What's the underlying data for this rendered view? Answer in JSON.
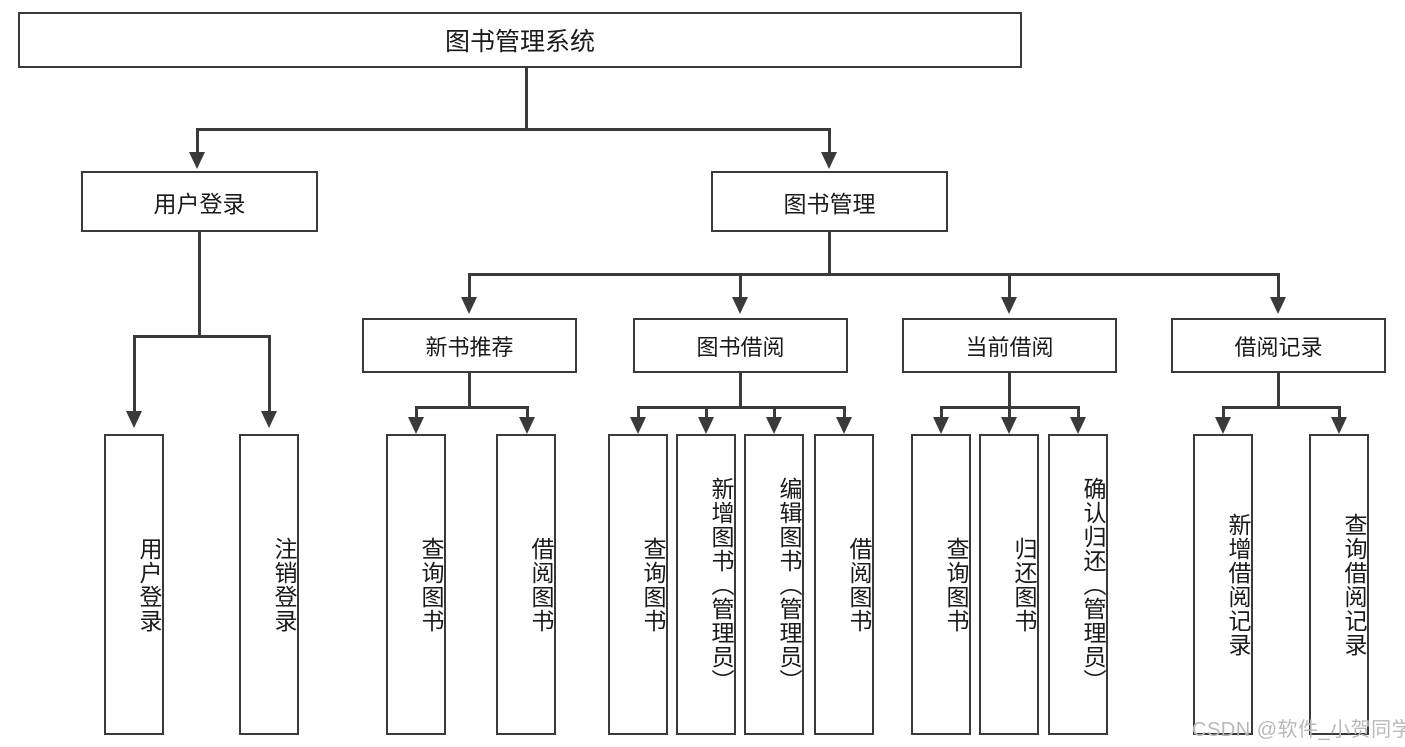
{
  "diagram": {
    "title": "图书管理系统",
    "type": "tree-hierarchy",
    "root": {
      "label": "图书管理系统"
    },
    "level1": [
      {
        "label": "用户登录"
      },
      {
        "label": "图书管理"
      }
    ],
    "level2": [
      {
        "label": "新书推荐"
      },
      {
        "label": "图书借阅"
      },
      {
        "label": "当前借阅"
      },
      {
        "label": "借阅记录"
      }
    ],
    "leaves": {
      "user_login": [
        {
          "label": "用户登录"
        },
        {
          "label": "注销登录"
        }
      ],
      "new_book_recommend": [
        {
          "label": "查询图书"
        },
        {
          "label": "借阅图书"
        }
      ],
      "book_borrow": [
        {
          "label": "查询图书"
        },
        {
          "label": "新增图书（管理员）"
        },
        {
          "label": "编辑图书（管理员）"
        },
        {
          "label": "借阅图书"
        }
      ],
      "current_borrow": [
        {
          "label": "查询图书"
        },
        {
          "label": "归还图书"
        },
        {
          "label": "确认归还（管理员）"
        }
      ],
      "borrow_record": [
        {
          "label": "新增借阅记录"
        },
        {
          "label": "查询借阅记录"
        }
      ]
    },
    "watermark": "CSDN @软件_小贺同学",
    "colors": {
      "border": "#3a3a3a",
      "background": "#ffffff",
      "text": "#1a1a1a",
      "watermark": "#b9b9b9"
    }
  }
}
